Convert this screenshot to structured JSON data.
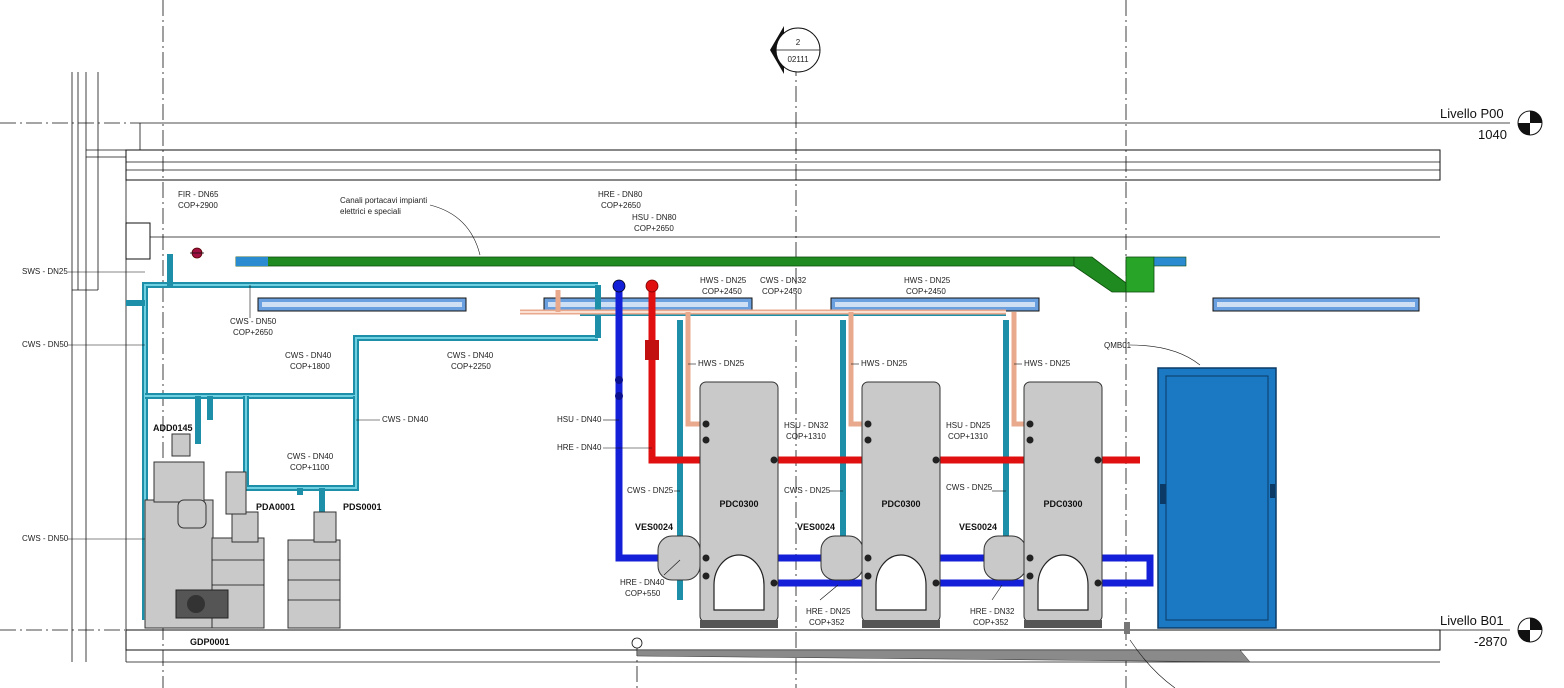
{
  "grid_marker": {
    "number": "2",
    "sheet": "02111"
  },
  "levels": [
    {
      "name": "Livello P00",
      "elevation": "1040"
    },
    {
      "name": "Livello B01",
      "elevation": "-2870"
    }
  ],
  "note_canali": {
    "line1": "Canali portacavi impianti",
    "line2": "elettrici e speciali"
  },
  "pipe_labels": {
    "fir": {
      "line1": "FIR - DN65",
      "line2": "COP+2900"
    },
    "sws": "SWS - DN25",
    "cws_dn50_top": "CWS - DN50",
    "cws_dn50_bottom": "CWS - DN50",
    "cws_dn50_cop": {
      "line1": "CWS - DN50",
      "line2": "COP+2650"
    },
    "cws_dn40_1800": {
      "line1": "CWS - DN40",
      "line2": "COP+1800"
    },
    "cws_dn40_2250": {
      "line1": "CWS - DN40",
      "line2": "COP+2250"
    },
    "cws_dn40": "CWS - DN40",
    "cws_dn40_1100": {
      "line1": "CWS - DN40",
      "line2": "COP+1100"
    },
    "hre_dn80": {
      "line1": "HRE - DN80",
      "line2": "COP+2650"
    },
    "hsu_dn80": {
      "line1": "HSU - DN80",
      "line2": "COP+2650"
    },
    "hws_dn25_2450_a": {
      "line1": "HWS - DN25",
      "line2": "COP+2450"
    },
    "cws_dn32_2450": {
      "line1": "CWS - DN32",
      "line2": "COP+2450"
    },
    "hws_dn25_2450_b": {
      "line1": "HWS - DN25",
      "line2": "COP+2450"
    },
    "hws_dn25_1": "HWS - DN25",
    "hws_dn25_2": "HWS - DN25",
    "hws_dn25_3": "HWS - DN25",
    "hsu_dn40": "HSU - DN40",
    "hre_dn40": "HRE - DN40",
    "hsu_dn32_1310": {
      "line1": "HSU - DN32",
      "line2": "COP+1310"
    },
    "hsu_dn25_1310": {
      "line1": "HSU - DN25",
      "line2": "COP+1310"
    },
    "cws_dn25_1": "CWS - DN25",
    "cws_dn25_2": "CWS - DN25",
    "cws_dn25_3": "CWS - DN25",
    "hre_dn40_550": {
      "line1": "HRE - DN40",
      "line2": "COP+550"
    },
    "hre_dn25_352": {
      "line1": "HRE - DN25",
      "line2": "COP+352"
    },
    "hre_dn32_352": {
      "line1": "HRE - DN32",
      "line2": "COP+352"
    }
  },
  "equipment": {
    "add": "ADD0145",
    "pda": "PDA0001",
    "pds": "PDS0001",
    "gdp": "GDP0001",
    "ves_1": "VES0024",
    "ves_2": "VES0024",
    "ves_3": "VES0024",
    "pdc_1": "PDC0300",
    "pdc_2": "PDC0300",
    "pdc_3": "PDC0300",
    "qmb": "QMB01"
  },
  "colors": {
    "cold_water": "#1e8fa8",
    "hot_water": "#e9a98c",
    "heating_supply": "#e01010",
    "heating_return": "#1420d8",
    "cable_tray": "#1f8a1f",
    "panel": "#1b78c2"
  }
}
